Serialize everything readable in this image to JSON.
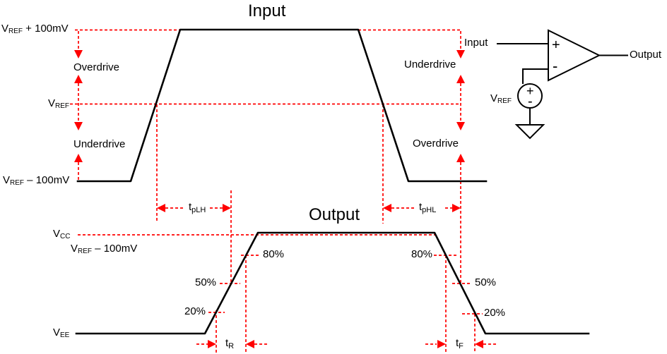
{
  "colors": {
    "annotation_red": "#ff0000",
    "waveform_black": "#000000",
    "background": "#ffffff"
  },
  "input_waveform": {
    "title": "Input",
    "level_high_label": {
      "base": "V",
      "sub": "REF",
      "rest": " + 100mV"
    },
    "level_mid_label": {
      "base": "V",
      "sub": "REF",
      "rest": ""
    },
    "level_low_label": {
      "base": "V",
      "sub": "REF",
      "rest": " – 100mV"
    },
    "left_region_upper": "Overdrive",
    "left_region_lower": "Underdrive",
    "right_region_upper": "Underdrive",
    "right_region_lower": "Overdrive"
  },
  "timing_labels": {
    "tplh": {
      "base": "t",
      "sub": "pLH"
    },
    "tphl": {
      "base": "t",
      "sub": "pHL"
    },
    "rise_time": {
      "base": "t",
      "sub": "R"
    },
    "fall_time": {
      "base": "t",
      "sub": "F"
    }
  },
  "output_waveform": {
    "title": "Output",
    "vcc_label": {
      "base": "V",
      "sub": "CC"
    },
    "vref_label": {
      "base": "V",
      "sub": "REF",
      "rest": " – 100mV"
    },
    "vee_label": {
      "base": "V",
      "sub": "EE"
    },
    "rise_pct_80": "80%",
    "rise_pct_50": "50%",
    "rise_pct_20": "20%",
    "fall_pct_80": "80%",
    "fall_pct_50": "50%",
    "fall_pct_20": "20%"
  },
  "circuit": {
    "input_label": "Input",
    "output_label": "Output",
    "vref_label": {
      "base": "V",
      "sub": "REF"
    },
    "comparator_plus": "+",
    "comparator_minus": "-",
    "source_plus": "+",
    "source_minus": "-"
  }
}
